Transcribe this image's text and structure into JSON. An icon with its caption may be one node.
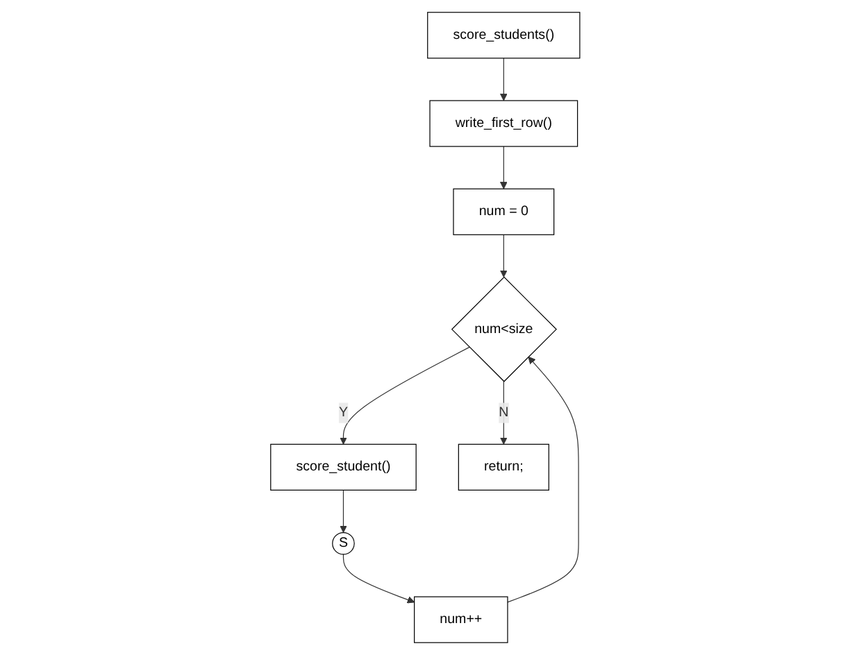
{
  "diagram": {
    "nodes": [
      {
        "text": [
          "score_students()"
        ]
      },
      {
        "text": [
          "write_first_row()"
        ]
      },
      {
        "text": [
          "num = 0"
        ]
      },
      {
        "text": [
          "num<size"
        ]
      },
      {
        "text": [
          "score_student()"
        ]
      },
      {
        "text": [
          "S"
        ]
      },
      {
        "text": [
          "num++"
        ]
      },
      {
        "text": [
          "return;"
        ]
      }
    ],
    "edges": [
      {
        "from": 0,
        "to": 1,
        "arrow": "to"
      },
      {
        "from": 1,
        "to": 2,
        "arrow": "to"
      },
      {
        "from": 2,
        "to": 3,
        "arrow": "to"
      },
      {
        "from": 3,
        "to": 4,
        "arrow": "to",
        "label": "Y"
      },
      {
        "from": 4,
        "to": 5,
        "arrow": "to"
      },
      {
        "from": 5,
        "to": 6,
        "arrow": "to"
      },
      {
        "from": 6,
        "to": 3,
        "arrow": "to"
      },
      {
        "from": 3,
        "to": 7,
        "arrow": "to",
        "label": "N"
      }
    ]
  }
}
